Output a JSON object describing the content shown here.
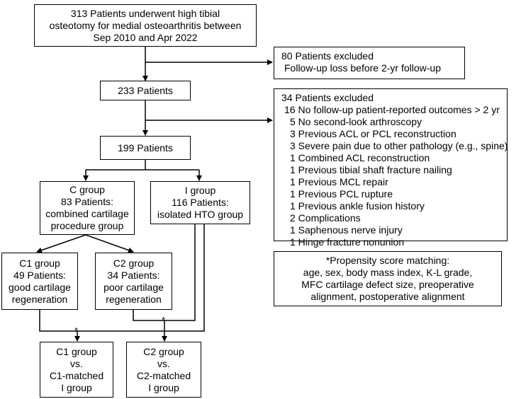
{
  "boxes": {
    "enrolled": [
      "313 Patients underwent high tibial",
      "osteotomy for medial osteoarthritis between",
      "Sep 2010 and Apr 2022"
    ],
    "excluded1": {
      "title": "80 Patients excluded",
      "items": [
        "Follow-up loss before 2-yr follow-up"
      ]
    },
    "after1": [
      "233 Patients"
    ],
    "excluded2": {
      "title": "34 Patients excluded",
      "items": [
        "16 No follow-up patient-reported outcomes > 2 yr",
        "5 No second-look arthroscopy",
        "3 Previous ACL or PCL reconstruction",
        "3 Severe pain due to other pathology (e.g., spine)",
        "1 Combined ACL reconstruction",
        "1 Previous tibial shaft fracture nailing",
        "1 Previous MCL repair",
        "1 Previous PCL rupture",
        "1 Previous ankle fusion history",
        "2 Complications",
        "1 Saphenous nerve injury",
        "1 Hinge fracture nonunion"
      ]
    },
    "after2": [
      "199 Patients"
    ],
    "c_group": [
      "C group",
      "83 Patients:",
      "combined cartilage",
      "procedure group"
    ],
    "i_group": [
      "I group",
      "116 Patients:",
      "isolated HTO group"
    ],
    "c1_group": [
      "C1 group",
      "49 Patients:",
      "good cartilage",
      "regeneration"
    ],
    "c2_group": [
      "C2 group",
      "34 Patients:",
      "poor cartilage",
      "regeneration"
    ],
    "psm": [
      "*Propensity score matching:",
      "age, sex, body mass index, K-L grade,",
      "MFC cartilage defect size, preoperative",
      "alignment, postoperative alignment"
    ],
    "cmp1": [
      "C1 group",
      "vs.",
      "C1-matched",
      "I group"
    ],
    "cmp2": [
      "C2 group",
      "vs.",
      "C2-matched",
      "I group"
    ]
  },
  "marks": {
    "star": "*"
  }
}
